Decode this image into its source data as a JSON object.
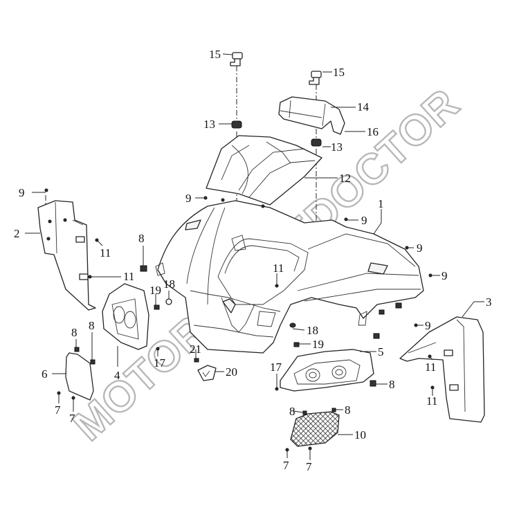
{
  "watermark": "MOTORCYCLEDOCTOR",
  "callouts": {
    "c1": "1",
    "c2": "2",
    "c3": "3",
    "c4": "4",
    "c5": "5",
    "c6": "6",
    "c7a": "7",
    "c7b": "7",
    "c7c": "7",
    "c7d": "7",
    "c8a": "8",
    "c8b": "8",
    "c8c": "8",
    "c8d": "8",
    "c8e": "8",
    "c8f": "8",
    "c9a": "9",
    "c9b": "9",
    "c9c": "9",
    "c9d": "9",
    "c9e": "9",
    "c9f": "9",
    "c10": "10",
    "c11a": "11",
    "c11b": "11",
    "c11c": "11",
    "c11d": "11",
    "c11e": "11",
    "c12": "12",
    "c13a": "13",
    "c13b": "13",
    "c14": "14",
    "c15a": "15",
    "c15b": "15",
    "c16": "16",
    "c17a": "17",
    "c17b": "17",
    "c18a": "18",
    "c18b": "18",
    "c19a": "19",
    "c19b": "19",
    "c20": "20",
    "c21": "21"
  }
}
